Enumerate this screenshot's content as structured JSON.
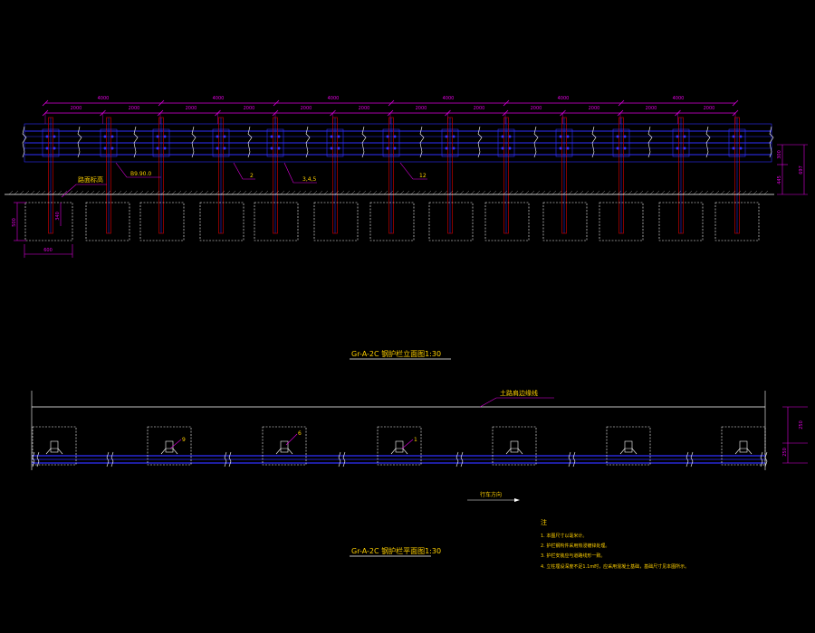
{
  "elevation": {
    "title": "Gr-A-2C 钢护栏立面图1:30",
    "segment_dims": [
      "4000",
      "4000",
      "4000",
      "4000",
      "4000",
      "4000"
    ],
    "post_spacing_dims": [
      "2000",
      "2000",
      "2000",
      "2000",
      "2000",
      "2000",
      "2000",
      "2000",
      "2000",
      "2000",
      "2000",
      "2000"
    ],
    "callouts": {
      "road_surface": "路面标高",
      "bolt": "B9.90.0",
      "part_2": "2",
      "part_345": "3,4,5",
      "part_12": "12"
    },
    "height_dims": {
      "upper": "300",
      "lower": "445",
      "total": "697"
    },
    "foundation_dims": {
      "height": "500",
      "post_embed": "340",
      "width": "600"
    }
  },
  "plan": {
    "title": "Gr-A-2C 钢护栏平面图1:30",
    "edge_label": "土路肩边缘线",
    "direction_label": "行车方向",
    "callouts": {
      "part_9": "9",
      "part_6": "6",
      "part_1": "1"
    },
    "offset_dims": {
      "left": "250",
      "right": "250"
    }
  },
  "notes": {
    "heading": "注",
    "lines": [
      "1. 本图尺寸以毫米计。",
      "2. 护栏钢构件采用热浸镀锌处理。",
      "3. 护栏安装应与道路线形一致。",
      "4. 立柱埋设深度不足1.1m时，应采用混凝土基础，基础尺寸见本图所示。"
    ]
  },
  "colors": {
    "background": "#000000",
    "dimension": "#e000e0",
    "rail": "#3030ff",
    "post": "#c00000",
    "label": "#ffd000",
    "outline": "#ffffff"
  }
}
